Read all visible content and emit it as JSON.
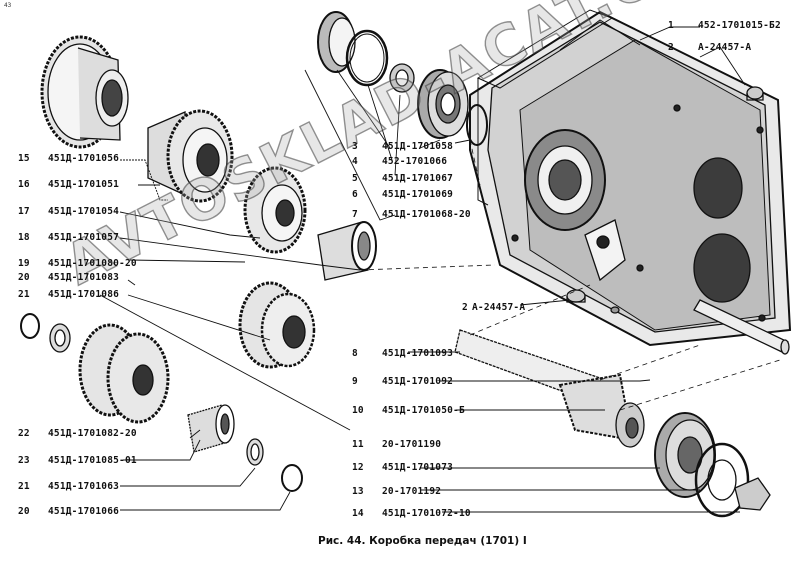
{
  "page_number": "43",
  "caption": "Рис. 44. Коробка передач (1701) I",
  "watermark": "AVTOSKLAD-ACAT.ONLINE",
  "callouts": [
    {
      "num": "1",
      "part": "452-1701015-Б2"
    },
    {
      "num": "2",
      "part": "А-24457-А"
    },
    {
      "num": "3",
      "part": "451Д-1701058"
    },
    {
      "num": "4",
      "part": "452-1701066"
    },
    {
      "num": "5",
      "part": "451Д-1701067"
    },
    {
      "num": "6",
      "part": "451Д-1701069"
    },
    {
      "num": "7",
      "part": "451Д-1701068-20"
    },
    {
      "num": "15",
      "part": "451Д-1701056"
    },
    {
      "num": "16",
      "part": "451Д-1701051"
    },
    {
      "num": "17",
      "part": "451Д-1701054"
    },
    {
      "num": "18",
      "part": "451Д-1701057"
    },
    {
      "num": "19",
      "part": "451Д-1701080-20"
    },
    {
      "num": "20",
      "part": "451Д-1701083"
    },
    {
      "num": "21",
      "part": "451Д-1701086"
    },
    {
      "num": "2",
      "part": "А-24457-А"
    },
    {
      "num": "8",
      "part": "451Д-1701093"
    },
    {
      "num": "9",
      "part": "451Д-1701092"
    },
    {
      "num": "10",
      "part": "451Д-1701050-Б"
    },
    {
      "num": "11",
      "part": "20-1701190"
    },
    {
      "num": "12",
      "part": "451Д-1701073"
    },
    {
      "num": "13",
      "part": "20-1701192"
    },
    {
      "num": "14",
      "part": "451Д-1701072-10"
    },
    {
      "num": "22",
      "part": "451Д-1701082-20"
    },
    {
      "num": "23",
      "part": "451Д-1701085-01"
    },
    {
      "num": "21",
      "part": "451Д-1701063"
    },
    {
      "num": "20",
      "part": "451Д-1701066"
    }
  ]
}
